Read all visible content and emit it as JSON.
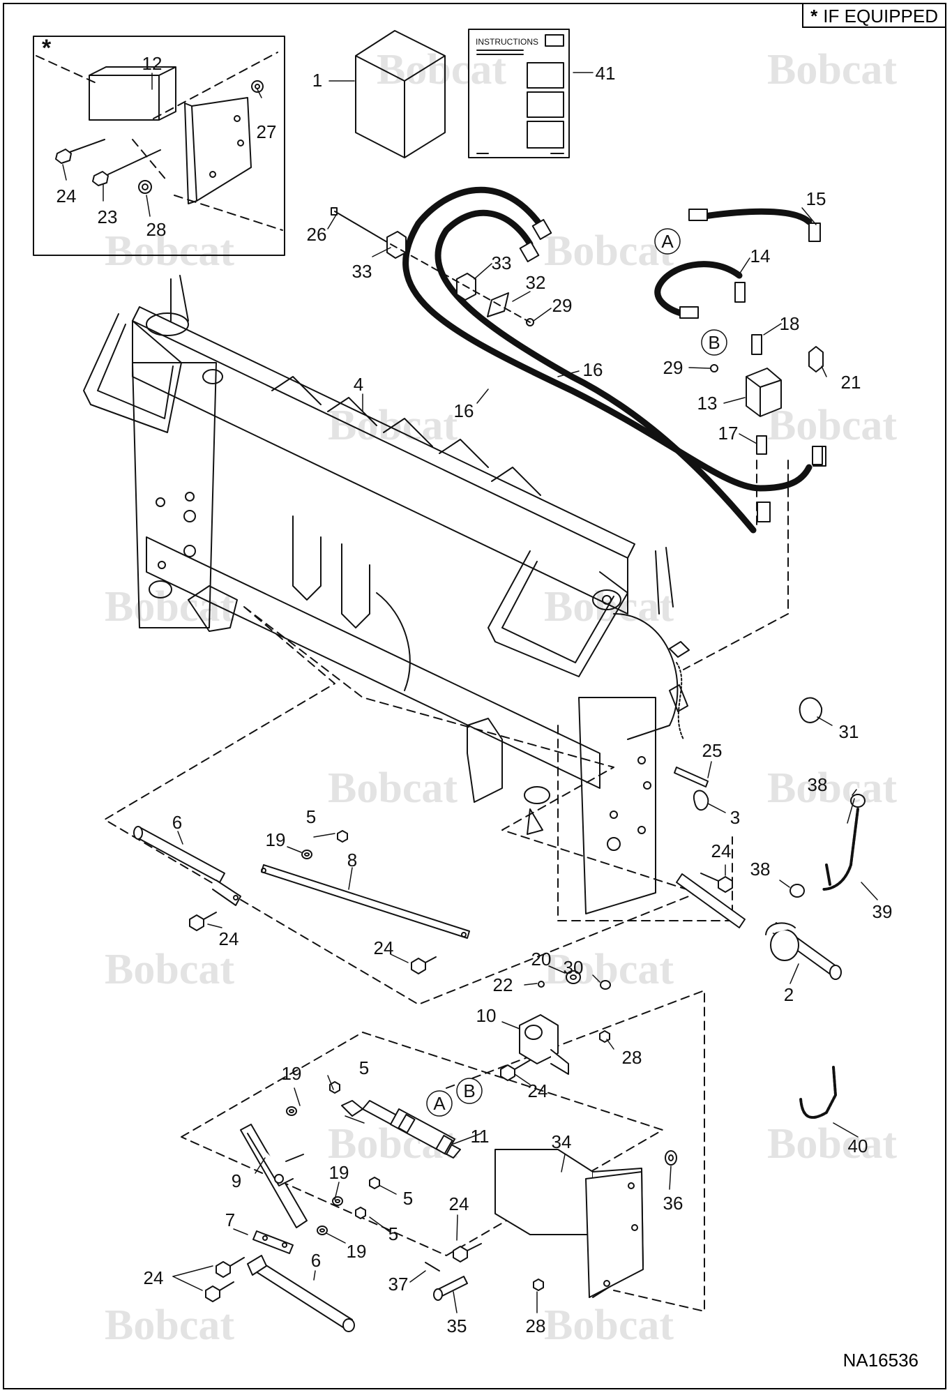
{
  "header": {
    "star": "*",
    "legend": "IF EQUIPPED"
  },
  "inset": {
    "star": "*"
  },
  "drawing_number": "NA16536",
  "watermark": "Bobcat",
  "instructions_label": "INSTRUCTIONS",
  "callouts": {
    "c1": "1",
    "c2": "2",
    "c3": "3",
    "c4": "4",
    "c5a": "5",
    "c5b": "5",
    "c5c": "5",
    "c5d": "5",
    "c6a": "6",
    "c6b": "6",
    "c7": "7",
    "c8": "8",
    "c9": "9",
    "c10": "10",
    "c11": "11",
    "c12": "12",
    "c13": "13",
    "c14": "14",
    "c15": "15",
    "c16a": "16",
    "c16b": "16",
    "c17": "17",
    "c18": "18",
    "c19a": "19",
    "c19b": "19",
    "c19c": "19",
    "c19d": "19",
    "c20": "20",
    "c21": "21",
    "c22": "22",
    "c23": "23",
    "c24a": "24",
    "c24b": "24",
    "c24c": "24",
    "c24d": "24",
    "c24e": "24",
    "c24f": "24",
    "c24g": "24",
    "c25": "25",
    "c26": "26",
    "c27": "27",
    "c28a": "28",
    "c28b": "28",
    "c28c": "28",
    "c29a": "29",
    "c29b": "29",
    "c30": "30",
    "c31": "31",
    "c32": "32",
    "c33a": "33",
    "c33b": "33",
    "c34": "34",
    "c35": "35",
    "c36": "36",
    "c37": "37",
    "c38a": "38",
    "c38b": "38",
    "c39": "39",
    "c40": "40",
    "c41": "41",
    "hoseA": "A",
    "hoseB": "B",
    "cylA": "A",
    "cylB": "B"
  }
}
